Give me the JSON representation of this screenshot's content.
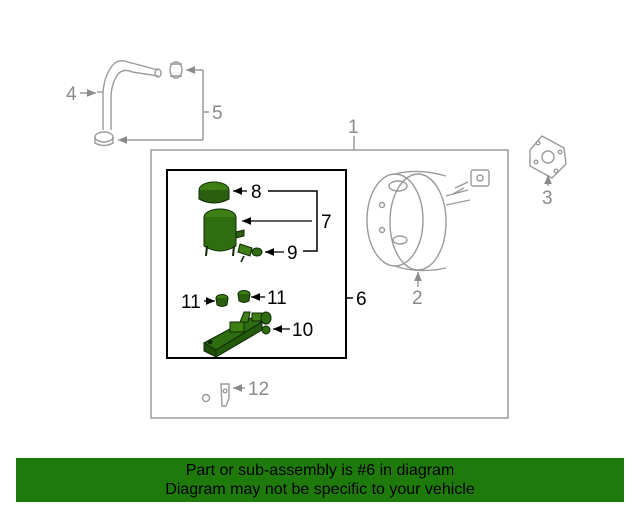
{
  "callouts": {
    "c1": "1",
    "c2": "2",
    "c3": "3",
    "c4": "4",
    "c5": "5",
    "c6": "6",
    "c7": "7",
    "c8": "8",
    "c9": "9",
    "c10": "10",
    "c11a": "11",
    "c11b": "11",
    "c12": "12"
  },
  "banner": {
    "line1": "Part or sub-assembly is #6 in diagram",
    "line2": "Diagram may not be specific to your vehicle"
  },
  "colors": {
    "highlight": "#2f6e10",
    "banner": "#1e7a0b",
    "grey_line": "#999999"
  }
}
